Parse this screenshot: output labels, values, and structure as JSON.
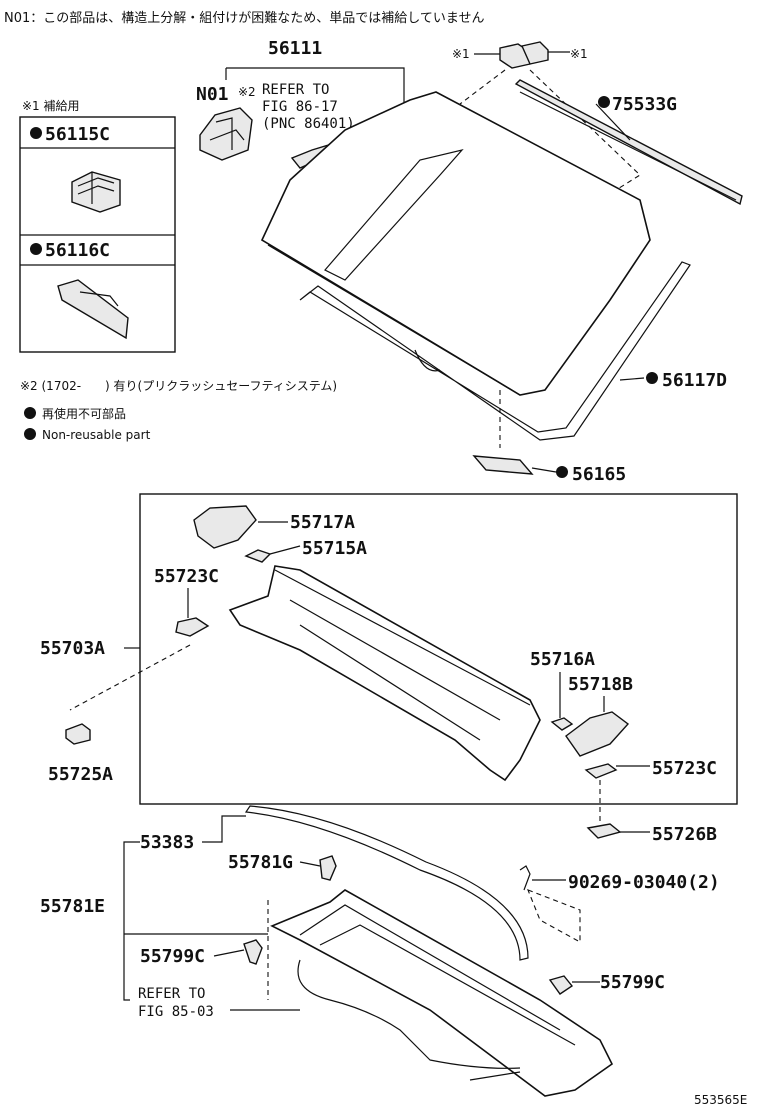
{
  "header_note": "N01：この部品は、構造上分解・組付けが困難なため、単品では補給していません",
  "labels": {
    "p56111": "56111",
    "n01": "N01",
    "ref_mark": "※2",
    "ref1_line1": "REFER TO",
    "ref1_line2": "FIG 86-17",
    "ref1_line3": "(PNC 86401)",
    "star1_left": "※1",
    "star1_right": "※1",
    "p75533g": "75533G",
    "p56117d": "56117D",
    "p56165": "56165",
    "p55717a": "55717A",
    "p55715a": "55715A",
    "p55723c_a": "55723C",
    "p55703a": "55703A",
    "p55725a": "55725A",
    "p55716a": "55716A",
    "p55718b": "55718B",
    "p55723c_b": "55723C",
    "p55726b": "55726B",
    "p53383": "53383",
    "p55781g": "55781G",
    "p90269": "90269-03040(2)",
    "p55781e": "55781E",
    "p55799c_a": "55799C",
    "p55799c_b": "55799C",
    "ref2_line1": "REFER TO",
    "ref2_line2": "FIG 85-03",
    "figure_id": "553565E"
  },
  "supply_box": {
    "title": "※1 補給用",
    "item1": "56115C",
    "item2": "56116C"
  },
  "notes": {
    "note2": "※2 (1702-　　) 有り(プリクラッシュセーフティシステム)",
    "legend_jp": "再使用不可部品",
    "legend_en": "Non-reusable part"
  },
  "colors": {
    "ink": "#111111",
    "part_fill": "#e9e9e9"
  }
}
